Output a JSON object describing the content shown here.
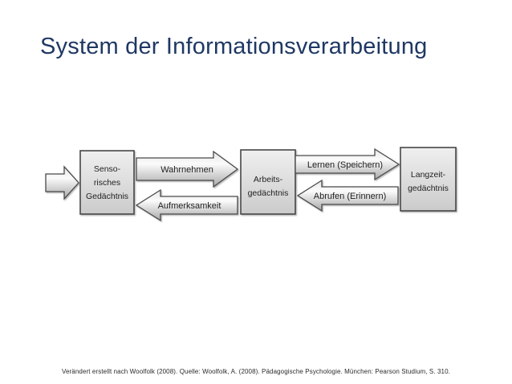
{
  "slide": {
    "title": "System der Informationsverarbeitung",
    "title_color": "#1f3864",
    "background_color": "#ffffff",
    "footer": "Verändert erstellt nach Woolfolk (2008). Quelle: Woolfolk, A. (2008). Pädagogische Psychologie. München: Pearson Studium, S. 310."
  },
  "diagram": {
    "boxes": [
      {
        "name": "sensorisches-gedaechtnis",
        "lines": [
          "Senso-",
          "risches",
          "Gedächtnis"
        ]
      },
      {
        "name": "arbeitsgedaechtnis",
        "lines": [
          "Arbeits-",
          "gedächtnis"
        ]
      },
      {
        "name": "langzeitgedaechtnis",
        "lines": [
          "Langzeit-",
          "gedächtnis"
        ]
      }
    ],
    "arrows": [
      {
        "name": "input-arrow",
        "label": "",
        "direction": "right"
      },
      {
        "name": "wahrnehmen-arrow",
        "label": "Wahrnehmen",
        "direction": "right"
      },
      {
        "name": "aufmerksamkeit-arrow",
        "label": "Aufmerksamkeit",
        "direction": "left"
      },
      {
        "name": "lernen-arrow",
        "label": "Lernen (Speichern)",
        "direction": "right"
      },
      {
        "name": "abrufen-arrow",
        "label": "Abrufen (Erinnern)",
        "direction": "left"
      }
    ],
    "style": {
      "box_fill_light": "#eeeeee",
      "box_fill_dark": "#cccccc",
      "arrow_fill_light": "#fbfbfb",
      "arrow_fill_dark": "#a9a9a9",
      "border_color": "#474747",
      "text_color": "#1f1f1f"
    }
  }
}
